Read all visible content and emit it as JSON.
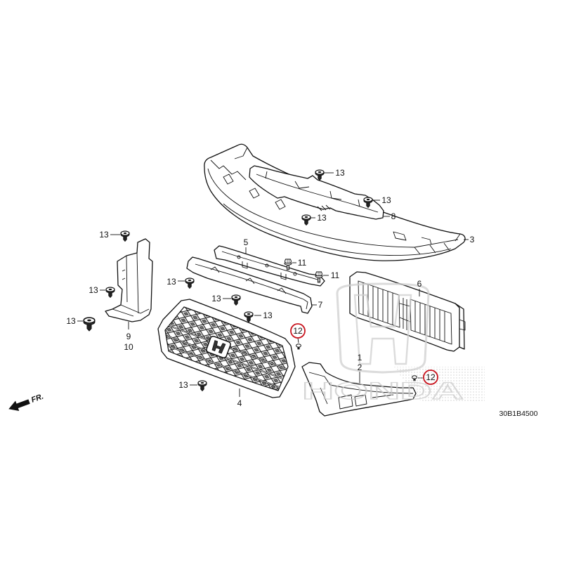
{
  "diagram": {
    "callouts": [
      "13",
      "13",
      "13",
      "9",
      "10",
      "13",
      "13",
      "13",
      "5",
      "7",
      "11",
      "11",
      "12",
      "13",
      "13",
      "13",
      "8",
      "3",
      "6",
      "1",
      "2",
      "12",
      "13",
      "4"
    ],
    "highlight_color": "#c8141e",
    "direction_label": "FR.",
    "diagram_code": "30B1B4500",
    "watermark_text": "HONDA"
  }
}
